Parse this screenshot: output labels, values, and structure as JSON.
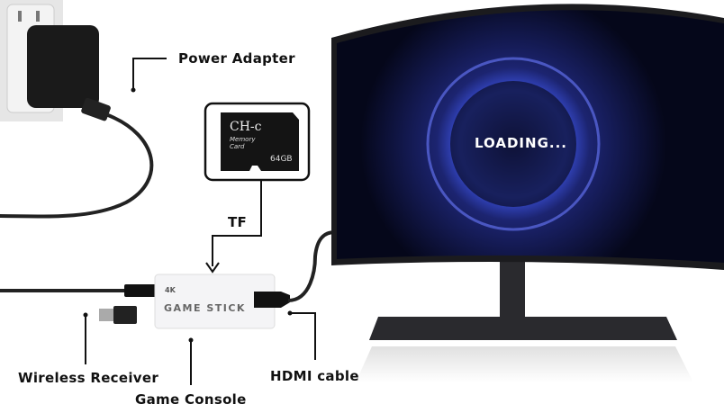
{
  "labels": {
    "power_adapter": "Power Adapter",
    "tf": "TF",
    "wireless_receiver": "Wireless Receiver",
    "game_console": "Game Console",
    "hdmi_cable": "HDMI cable"
  },
  "screen": {
    "loading_text": "LOADING..."
  },
  "sd_card": {
    "brand": "CH-c",
    "type": "Memory Card",
    "capacity": "64GB"
  },
  "game_stick": {
    "resolution": "4K",
    "name": "GAME STICK"
  },
  "colors": {
    "screen_glow": "#3a4fd8",
    "screen_bg": "#05071a",
    "label": "#111111"
  }
}
